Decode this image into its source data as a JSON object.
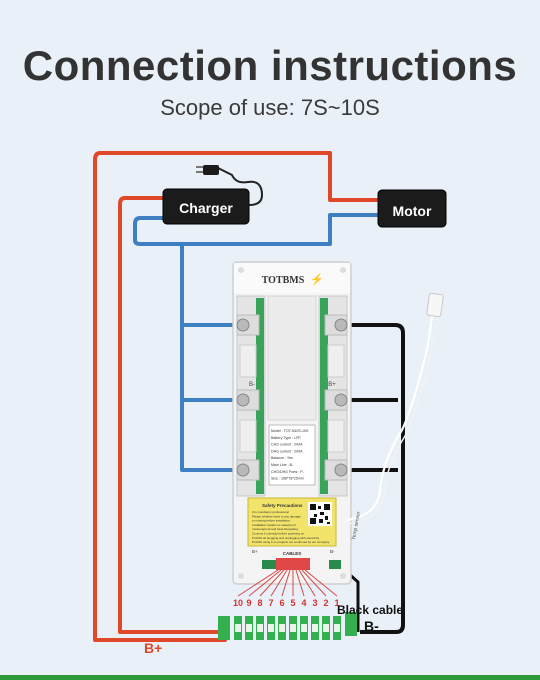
{
  "title": "Connection instructions",
  "subtitle": "Scope of use: 7S~10S",
  "labels": {
    "charger": "Charger",
    "motor": "Motor",
    "black_cable": "Black cable",
    "b_plus": "B+",
    "b_minus": "B-",
    "board_logo": "TOTBMS",
    "cables": "CABLES",
    "b_plus_small": "B+",
    "b_minus_small": "B-",
    "b_left": "B-",
    "b_right": "B+"
  },
  "connector_numbers": [
    "10",
    "9",
    "8",
    "7",
    "6",
    "5",
    "4",
    "3",
    "2",
    "1"
  ],
  "spec_label": {
    "lines": [
      "Model : TOT-N10S-10S",
      "Battery Type : LFP",
      "CHG current : 200A",
      "DHG current : 200A",
      "Balance : Yes",
      "Main Line : B-",
      "CHG/DHG Ports : P-",
      "Size : 168*78*25mm"
    ]
  },
  "safety": {
    "title": "Safety Precautions",
    "lines": [
      "It is mandatory professional",
      "Please whether there is any damage",
      "or missing before installation.",
      "Installation location is waterproof",
      "moistureproof and heat dissipating",
      "Connect it correctly before powering on.",
      "Prohibit all plugging and unplugging with electricity.",
      "Prohibit using it on projects not confirmed by our company."
    ]
  },
  "temp_label": "Temp sensor",
  "colors": {
    "red_wire": "#e0482a",
    "blue_wire": "#3d7fc0",
    "black_wire": "#111111",
    "background": "#e9f0f8",
    "green": "#2e9a3a"
  }
}
